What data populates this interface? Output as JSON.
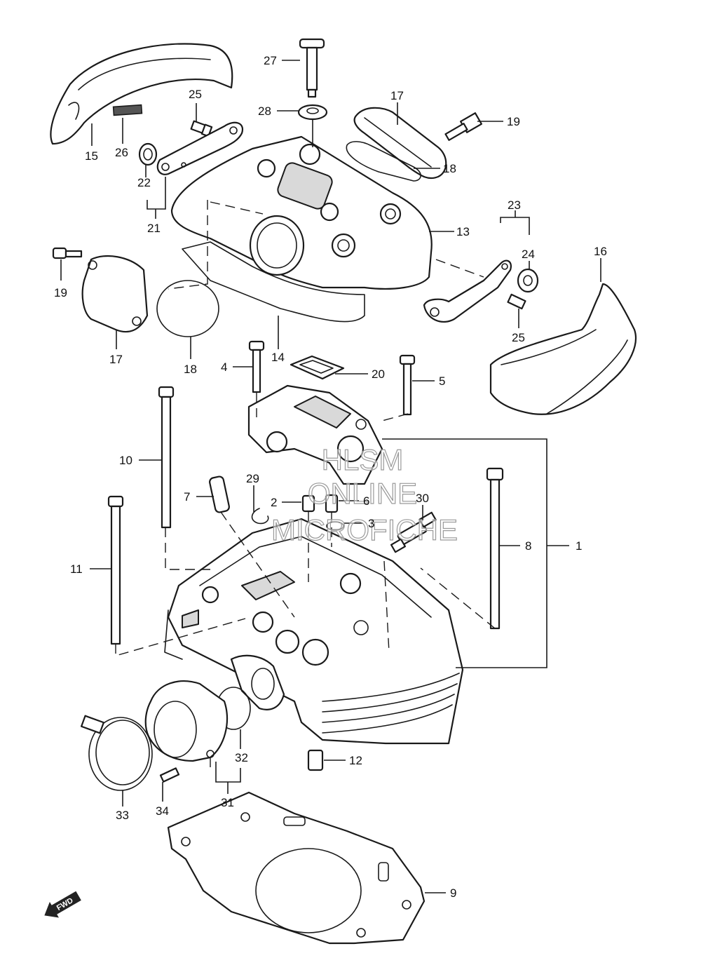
{
  "diagram": {
    "callouts": [
      {
        "id": "1",
        "label": "1"
      },
      {
        "id": "2",
        "label": "2"
      },
      {
        "id": "3",
        "label": "3"
      },
      {
        "id": "4",
        "label": "4"
      },
      {
        "id": "5",
        "label": "5"
      },
      {
        "id": "6",
        "label": "6"
      },
      {
        "id": "7",
        "label": "7"
      },
      {
        "id": "8",
        "label": "8"
      },
      {
        "id": "9",
        "label": "9"
      },
      {
        "id": "10",
        "label": "10"
      },
      {
        "id": "11",
        "label": "11"
      },
      {
        "id": "12",
        "label": "12"
      },
      {
        "id": "13",
        "label": "13"
      },
      {
        "id": "14",
        "label": "14"
      },
      {
        "id": "15",
        "label": "15"
      },
      {
        "id": "16",
        "label": "16"
      },
      {
        "id": "17a",
        "label": "17"
      },
      {
        "id": "17b",
        "label": "17"
      },
      {
        "id": "18a",
        "label": "18"
      },
      {
        "id": "18b",
        "label": "18"
      },
      {
        "id": "19a",
        "label": "19"
      },
      {
        "id": "19b",
        "label": "19"
      },
      {
        "id": "20",
        "label": "20"
      },
      {
        "id": "21",
        "label": "21"
      },
      {
        "id": "22",
        "label": "22"
      },
      {
        "id": "23",
        "label": "23"
      },
      {
        "id": "24",
        "label": "24"
      },
      {
        "id": "25a",
        "label": "25"
      },
      {
        "id": "25b",
        "label": "25"
      },
      {
        "id": "26",
        "label": "26"
      },
      {
        "id": "27",
        "label": "27"
      },
      {
        "id": "28",
        "label": "28"
      },
      {
        "id": "29",
        "label": "29"
      },
      {
        "id": "30",
        "label": "30"
      },
      {
        "id": "31",
        "label": "31"
      },
      {
        "id": "32",
        "label": "32"
      },
      {
        "id": "33",
        "label": "33"
      },
      {
        "id": "34",
        "label": "34"
      }
    ],
    "watermark": {
      "line1": "HLSM",
      "line2": "ONLINE",
      "line3": "MICROFICHE"
    },
    "direction_marker": "FWD"
  }
}
